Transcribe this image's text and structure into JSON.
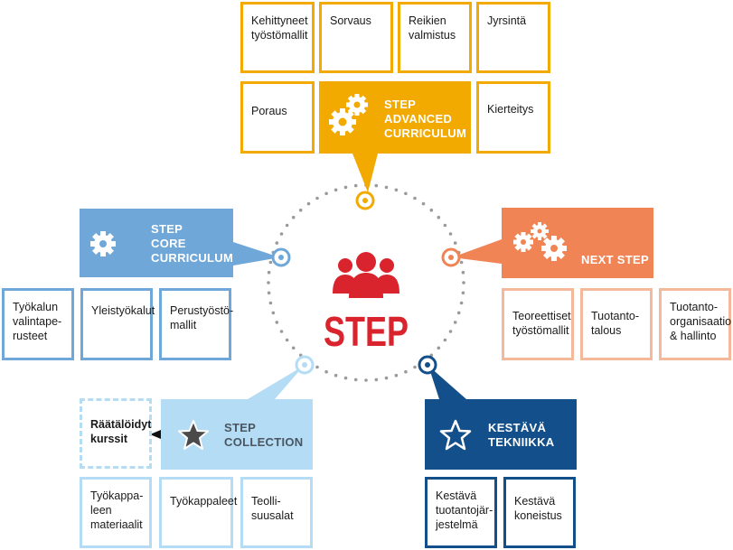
{
  "colors": {
    "orange": "#f2a900",
    "blue": "#6fa7d9",
    "light_blue": "#b5dcf5",
    "salmon": "#f08455",
    "peach": "#f4b89a",
    "navy": "#134f8a",
    "red": "#d9232d",
    "ring_dots": "#9a9a9a"
  },
  "center": {
    "title": "STEP",
    "icon": "people-group-icon"
  },
  "advanced": {
    "title": "STEP\nADVANCED\nCURRICULUM",
    "icon": "gears-icon",
    "boxes": [
      "Kehittyneet\ntyöstömallit",
      "Sorvaus",
      "Reikien\nvalmistus",
      "Jyrsintä",
      "Poraus",
      "Kierteitys"
    ]
  },
  "core": {
    "title": "STEP\nCORE\nCURRICULUM",
    "icon": "gear-icon",
    "boxes": [
      "Työkalun\nvalintape-\nrusteet",
      "Yleistyökalut",
      "Perustyöstö-\nmallit"
    ]
  },
  "next": {
    "title": "NEXT STEP",
    "icon": "gears-icon",
    "boxes": [
      "Teoreettiset\ntyöstömallit",
      "Tuotanto-\ntalous",
      "Tuotanto-\norganisaatio\n& hallinto"
    ]
  },
  "collection": {
    "title": "STEP\nCOLLECTION",
    "icon": "star-icon",
    "dashed_box": "Räätälöidyt\nkurssit",
    "boxes": [
      "Työkappa-\nleen\nmateriaalit",
      "Työkappaleet",
      "Teolli-\nsuusalat"
    ]
  },
  "kestava": {
    "title": "KESTÄVÄ\nTEKNIIKKA",
    "icon": "star-icon",
    "boxes": [
      "Kestävä\ntuotantojär-\njestelmä",
      "Kestävä\nkoneistus"
    ]
  }
}
